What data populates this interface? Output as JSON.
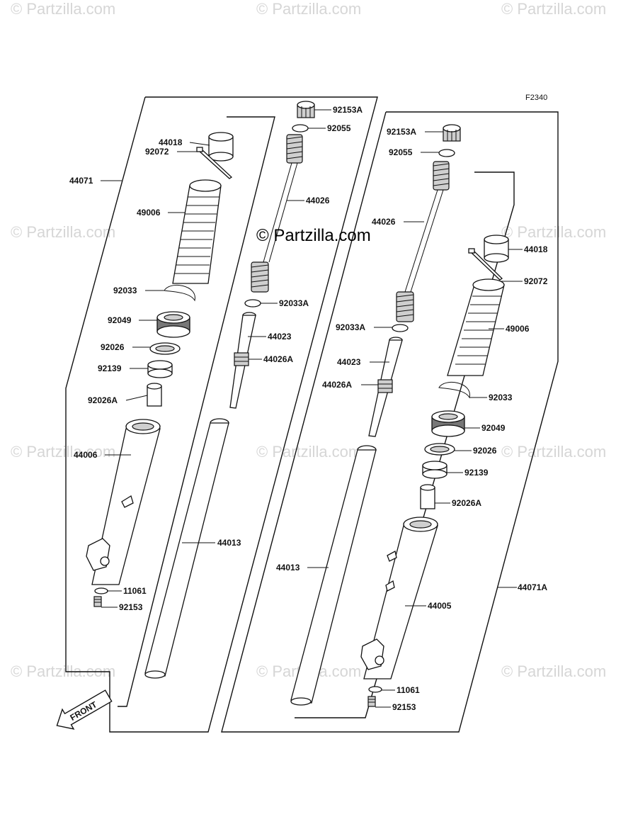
{
  "diagram_code": "F2340",
  "watermark_text": "© Partzilla.com",
  "main_watermark": "© Partzilla.com",
  "front_label": "FRONT",
  "labels": {
    "l_44071": "44071",
    "l_44018": "44018",
    "l_92072": "92072",
    "l_49006": "49006",
    "l_92033": "92033",
    "l_92049": "92049",
    "l_92026": "92026",
    "l_92139": "92139",
    "l_92026A": "92026A",
    "l_44006": "44006",
    "l_11061": "11061",
    "l_92153": "92153",
    "l_92153A": "92153A",
    "l_92055": "92055",
    "l_44026": "44026",
    "l_92033A": "92033A",
    "l_44023": "44023",
    "l_44026A": "44026A",
    "l_44013": "44013",
    "r_92153A": "92153A",
    "r_92055": "92055",
    "r_44026": "44026",
    "r_92033A": "92033A",
    "r_44023": "44023",
    "r_44026A": "44026A",
    "r_44013": "44013",
    "r_44018": "44018",
    "r_92072": "92072",
    "r_49006": "49006",
    "r_92033": "92033",
    "r_92049": "92049",
    "r_92026": "92026",
    "r_92139": "92139",
    "r_92026A": "92026A",
    "r_44005": "44005",
    "r_44071A": "44071A",
    "r_11061": "11061",
    "r_92153": "92153"
  }
}
